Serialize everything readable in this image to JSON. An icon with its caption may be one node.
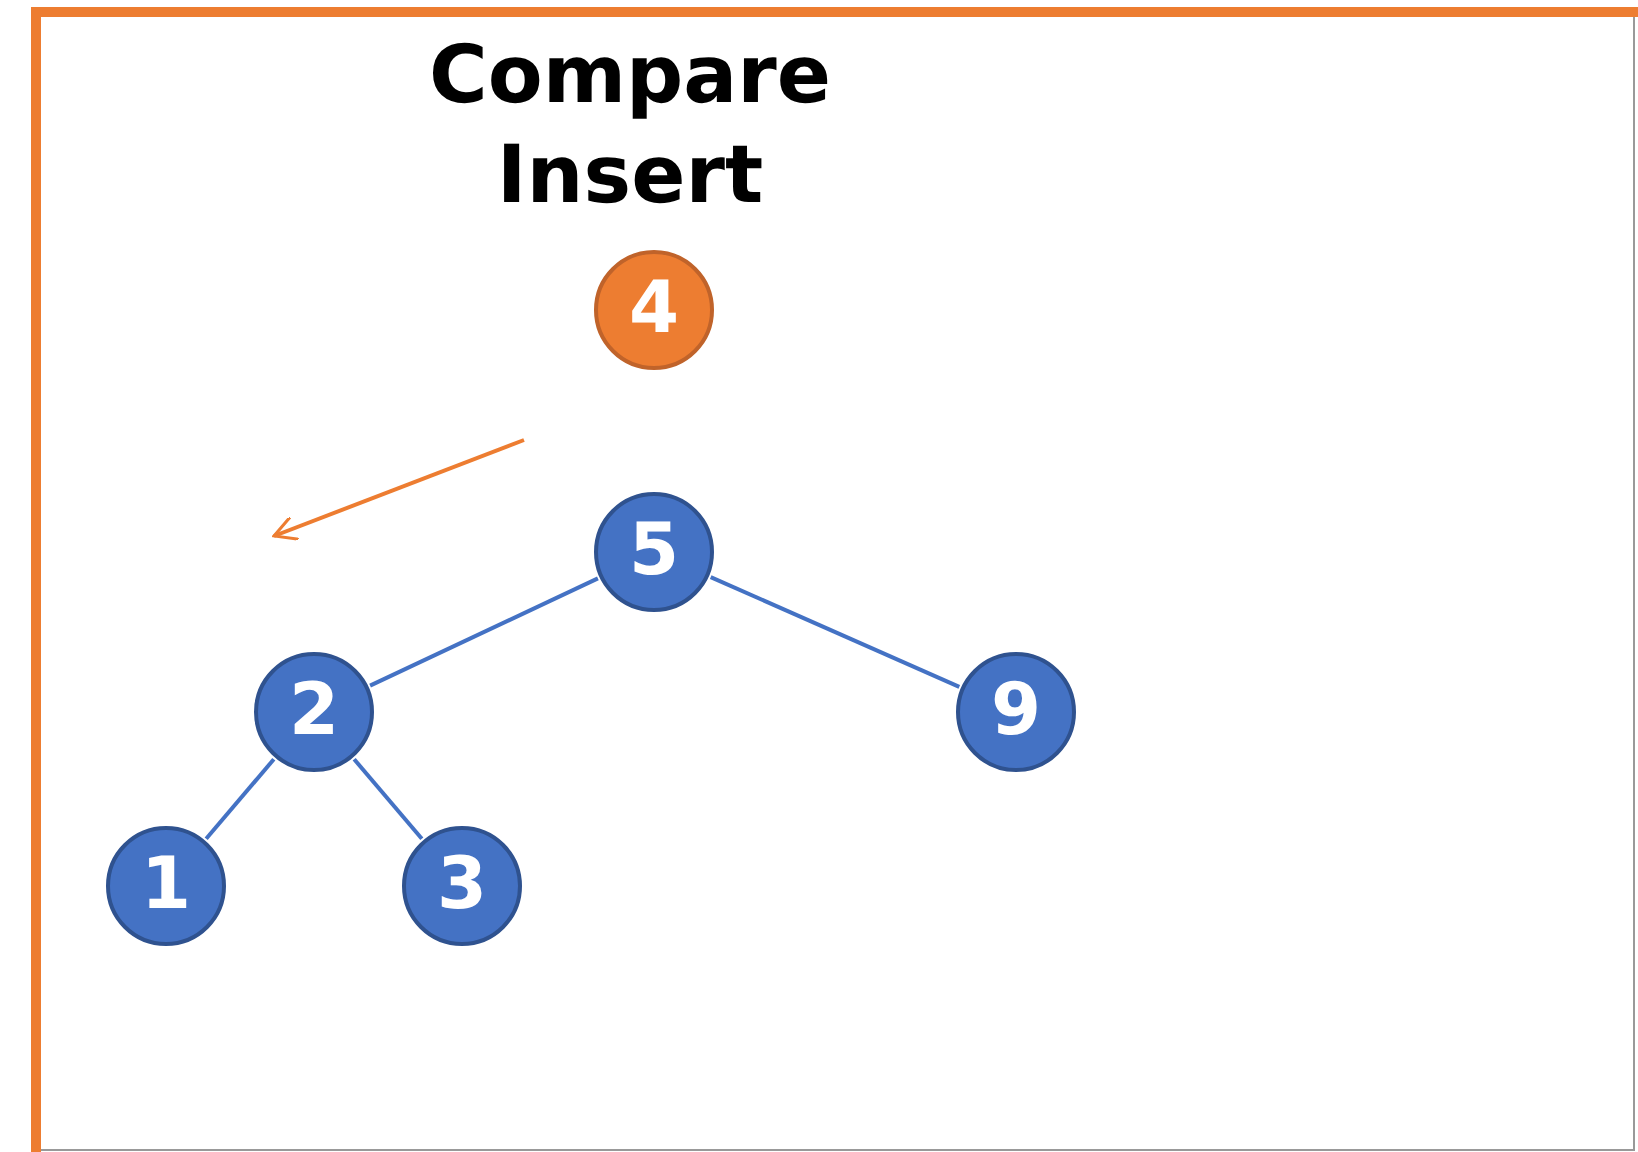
{
  "diagram": {
    "nodes": [
      {
        "text": [
          "4"
        ]
      },
      {
        "text": [
          "5"
        ]
      },
      {
        "text": [
          "2"
        ]
      },
      {
        "text": [
          "9"
        ]
      },
      {
        "text": [
          "1"
        ]
      },
      {
        "text": [
          "3"
        ]
      }
    ],
    "edges": [
      {
        "from": 1,
        "to": 2,
        "arrow": "none"
      },
      {
        "from": 1,
        "to": 3,
        "arrow": "none"
      },
      {
        "from": 2,
        "to": 4,
        "arrow": "none"
      },
      {
        "from": 2,
        "to": 5,
        "arrow": "none"
      }
    ],
    "labels": [
      "Compare",
      "Insert"
    ]
  }
}
